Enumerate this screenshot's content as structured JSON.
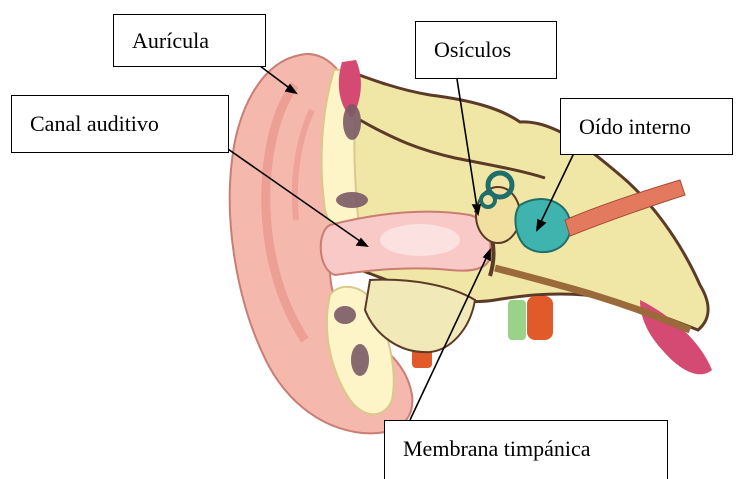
{
  "labels": {
    "auricula": "Aurícula",
    "canal_auditivo": "Canal auditivo",
    "osiculos": "Osículos",
    "oido_interno": "Oído interno",
    "membrana_timpanica": "Membrana timpánica"
  },
  "colors": {
    "skin": "#f5b8ad",
    "skin_dark": "#e48a82",
    "canal": "#f8c9c7",
    "bone": "#f0e7a6",
    "bone_outline": "#5b3b28",
    "cartilage": "#fdf5c8",
    "cochlea": "#3fb3ad",
    "muscle": "#d44a72",
    "nerve": "#e37a5e",
    "vessel_green": "#9bd28a",
    "vessel_orange": "#e05a2a"
  }
}
